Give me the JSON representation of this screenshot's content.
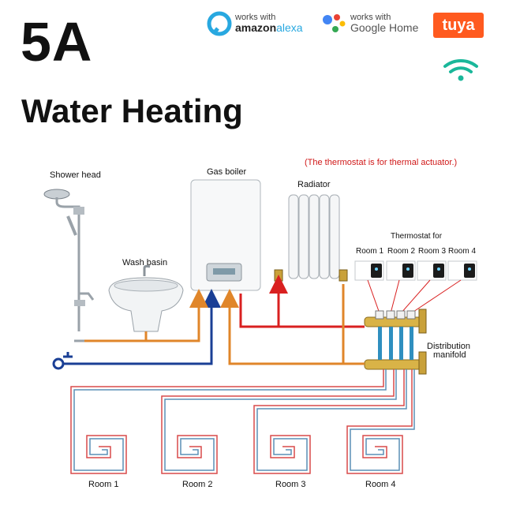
{
  "title": "5A",
  "subtitle": "Water Heating",
  "badges": {
    "alexa_small": "works with",
    "alexa_brand_a": "amazon",
    "alexa_brand_b": "alexa",
    "google_small": "works with",
    "google_brand": "Google Home",
    "tuya_brand": "tuya"
  },
  "note": "(The thermostat is for thermal actuator.)",
  "labels": {
    "shower_head": "Shower head",
    "gas_boiler": "Gas boiler",
    "radiator": "Radiator",
    "wash_basin": "Wash basin",
    "thermostat_for": "Thermostat for",
    "distribution_manifold_1": "Distribution",
    "distribution_manifold_2": "manifold"
  },
  "thermostat_rooms": [
    "Room 1",
    "Room 2",
    "Room 3",
    "Room 4"
  ],
  "floor_rooms": [
    "Room 1",
    "Room 2",
    "Room 3",
    "Room 4"
  ],
  "colors": {
    "hot_pipe": "#d92020",
    "warm_pipe": "#e0862a",
    "cold_pipe": "#1a3f95",
    "floor_pipe_red": "#d94a4a",
    "floor_pipe_blue": "#5a8fb5",
    "tuya": "#ff5a1f",
    "alexa": "#28a8e0"
  },
  "icons": {
    "alexa": "alexa-ring-icon",
    "google": "google-assistant-dots-icon",
    "wifi": "wifi-icon"
  }
}
